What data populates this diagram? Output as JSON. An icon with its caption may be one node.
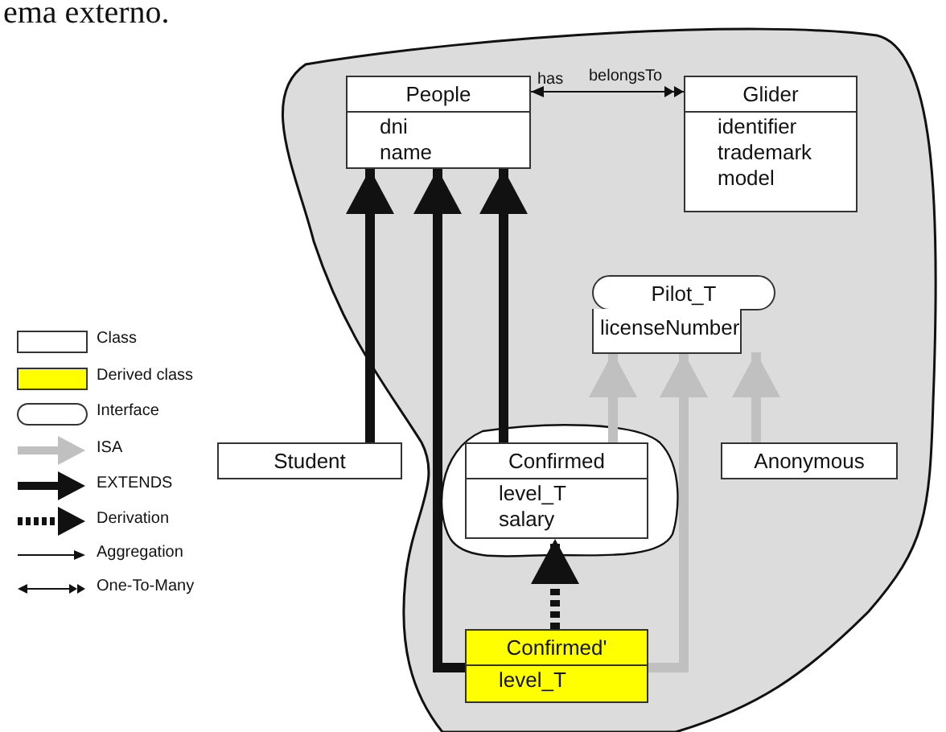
{
  "diagram": {
    "nodes": [
      {
        "text": [
          "People",
          "dni name"
        ]
      },
      {
        "text": [
          "Glider",
          "identifier trademark model"
        ]
      },
      {
        "text": [
          "Pilot_T",
          "licenseNumber"
        ]
      },
      {
        "text": [
          "Student"
        ]
      },
      {
        "text": [
          "Confirmed",
          "level_T salary"
        ]
      },
      {
        "text": [
          "Anonymous"
        ]
      },
      {
        "text": [
          "Confirmed'",
          "level_T"
        ]
      }
    ],
    "edges": [
      {
        "from": 0,
        "to": 1,
        "arrow": "both"
      },
      {
        "from": 3,
        "to": 0,
        "arrow": "to"
      },
      {
        "from": 4,
        "to": 0,
        "arrow": "to"
      },
      {
        "from": 6,
        "to": 0,
        "arrow": "to"
      },
      {
        "from": 4,
        "to": 2,
        "arrow": "to",
        "color": "#c0c0c0"
      },
      {
        "from": 6,
        "to": 2,
        "arrow": "to",
        "color": "#c0c0c0"
      },
      {
        "from": 5,
        "to": 2,
        "arrow": "to",
        "color": "#c0c0c0"
      },
      {
        "from": 6,
        "to": 4,
        "arrow": "to",
        "style": "dashed"
      }
    ],
    "labels": [
      "ema externo.",
      "has",
      "belongsTo"
    ],
    "legend": [
      {
        "text": "Class"
      },
      {
        "text": "Derived class",
        "color": "#ffff00"
      },
      {
        "text": "Interface"
      },
      {
        "text": "ISA"
      },
      {
        "text": "EXTENDS"
      },
      {
        "text": "Derivation"
      },
      {
        "text": "Aggregation"
      },
      {
        "text": "One-To-Many"
      }
    ]
  }
}
